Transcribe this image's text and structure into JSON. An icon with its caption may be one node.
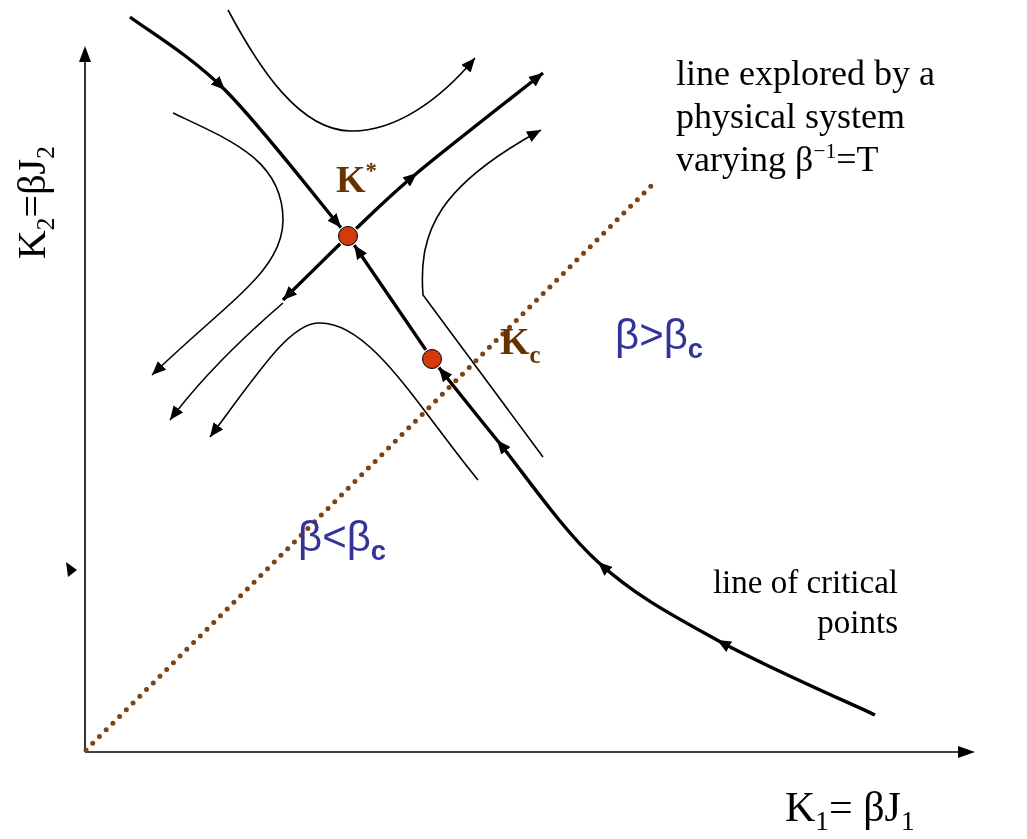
{
  "diagram": {
    "nodes": [
      {
        "text": [],
        "shape": "circle",
        "beside": [
          "K$^{*}$"
        ]
      },
      {
        "text": [],
        "shape": "circle",
        "beside": [
          "K$_{c}$"
        ]
      }
    ],
    "edges": [
      {
        "from": null,
        "to": 0,
        "arrow": "to"
      },
      {
        "from": 1,
        "to": 0,
        "arrow": "to"
      },
      {
        "from": null,
        "to": 1,
        "arrow": "to"
      },
      {
        "from": 0,
        "to": null,
        "arrow": "to"
      },
      {
        "from": 0,
        "to": null,
        "arrow": "to"
      }
    ],
    "labels": [
      "K$_{2}$=βJ$_{2}$",
      "line explored by a physical system varying β$^{−1}$=T",
      "β>β$_{c}$",
      "β<β$_{c}$",
      "line of critical points",
      "K$_{1}$= βJ$_{1}$"
    ]
  }
}
